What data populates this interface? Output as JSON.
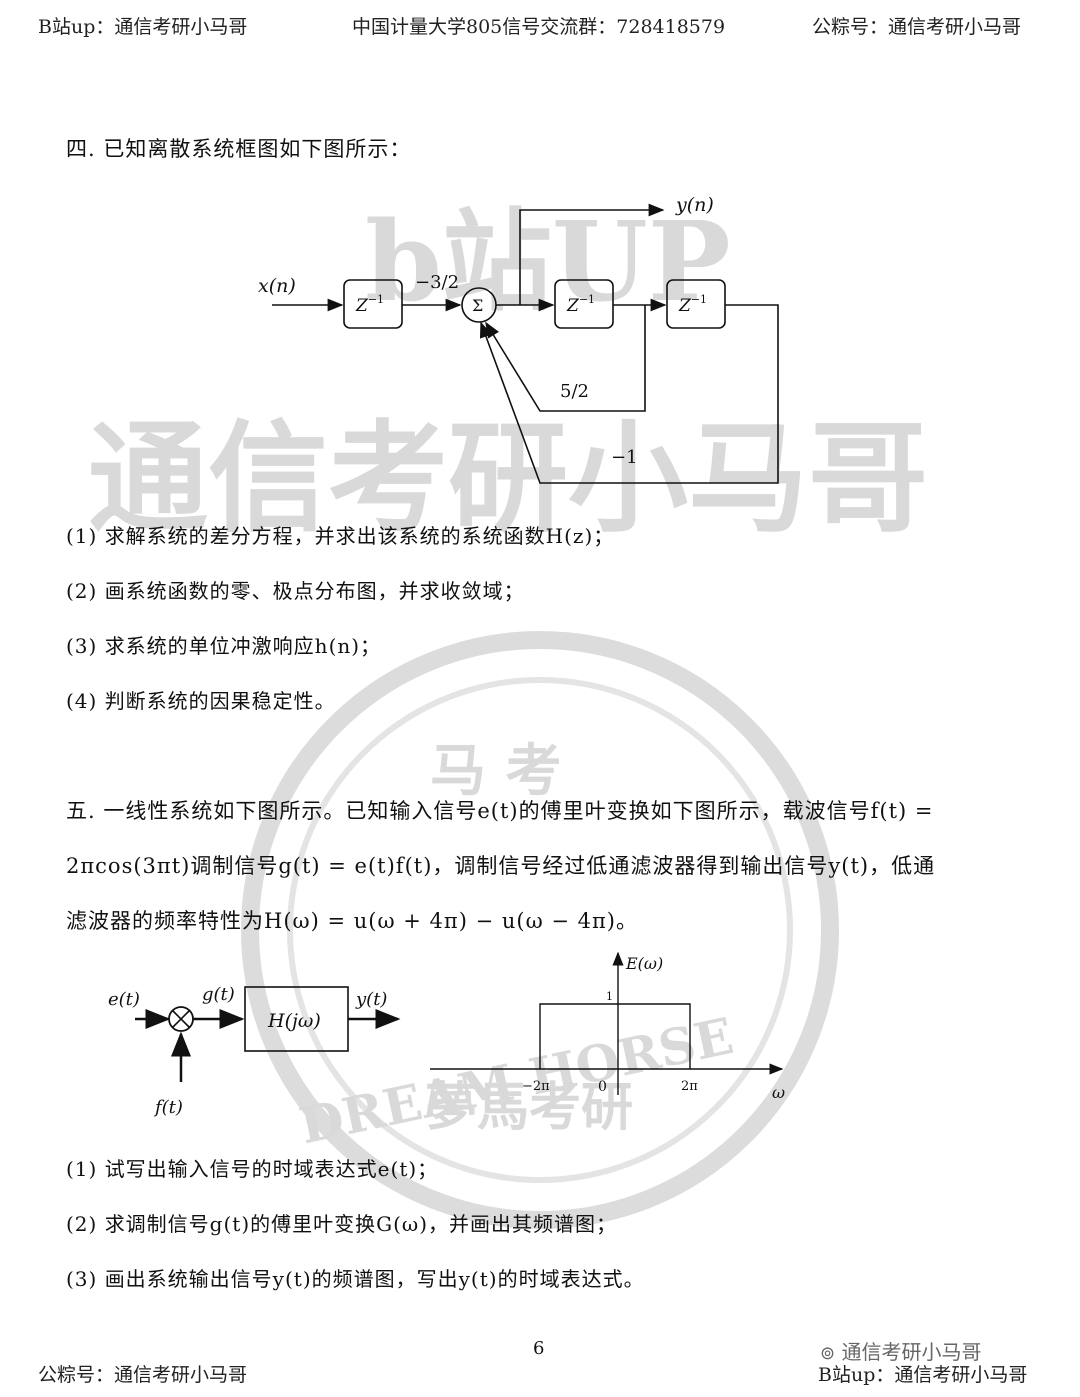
{
  "header": {
    "left": "B站up：通信考研小马哥",
    "center": "中国计量大学805信号交流群：728418579",
    "right": "公粽号：通信考研小马哥"
  },
  "watermark": {
    "top_text": "通信考研小马哥",
    "seal_text": "夢馬考研",
    "seal_ring": "DREAM HORSE",
    "seal_top": "马 考"
  },
  "q4": {
    "title": "四. 已知离散系统框图如下图所示：",
    "diagram": {
      "input": "x(n)",
      "output": "y(n)",
      "delay": "Z",
      "delay_exp": "−1",
      "sum": "Σ",
      "gain_a": "−3/2",
      "gain_b": "5/2",
      "gain_c": "−1"
    },
    "items": [
      "(1) 求解系统的差分方程，并求出该系统的系统函数H(z)；",
      "(2) 画系统函数的零、极点分布图，并求收敛域；",
      "(3) 求系统的单位冲激响应h(n)；",
      "(4) 判断系统的因果稳定性。"
    ]
  },
  "q5": {
    "line1": "五. 一线性系统如下图所示。已知输入信号e(t)的傅里叶变换如下图所示，载波信号f(t) =",
    "line2": "2πcos(3πt)调制信号g(t) = e(t)f(t)，调制信号经过低通滤波器得到输出信号y(t)，低通",
    "line3": "滤波器的频率特性为H(ω) = u(ω + 4π) − u(ω − 4π)。",
    "block": {
      "e": "e(t)",
      "g": "g(t)",
      "h": "H(jω)",
      "y": "y(t)",
      "f": "f(t)"
    },
    "spectrum": {
      "ylabel": "E(ω)",
      "xlabel": "ω",
      "height_label": "1",
      "origin": "0",
      "left_tick": "−2π",
      "right_tick": "2π"
    },
    "items": [
      "(1) 试写出输入信号的时域表达式e(t)；",
      "(2) 求调制信号g(t)的傅里叶变换G(ω)，并画出其频谱图；",
      "(3) 画出系统输出信号y(t)的频谱图，写出y(t)的时域表达式。"
    ]
  },
  "footer": {
    "page": "6",
    "left": "公粽号：通信考研小马哥",
    "right": "B站up：通信考研小马哥",
    "wechat": "通信考研小马哥"
  }
}
